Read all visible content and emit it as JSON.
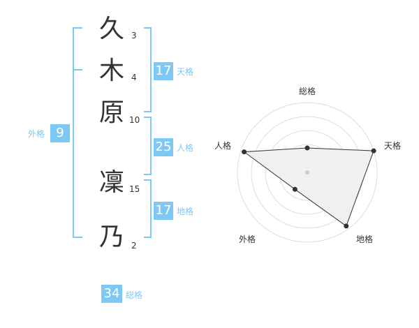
{
  "name": {
    "characters": [
      {
        "char": "久",
        "strokes": "3"
      },
      {
        "char": "木",
        "strokes": "4"
      },
      {
        "char": "原",
        "strokes": "10"
      },
      {
        "char": "凜",
        "strokes": "15"
      },
      {
        "char": "乃",
        "strokes": "2"
      }
    ]
  },
  "kaku": {
    "gaikaku": {
      "value": "9",
      "label": "外格"
    },
    "tenkaku": {
      "value": "17",
      "label": "天格"
    },
    "jinkaku": {
      "value": "25",
      "label": "人格"
    },
    "chikaku": {
      "value": "17",
      "label": "地格"
    },
    "soukaku": {
      "value": "34",
      "label": "総格"
    }
  },
  "radar": {
    "labels": {
      "top": "総格",
      "right": "天格",
      "bottom_right": "地格",
      "bottom_left": "外格",
      "left": "人格"
    },
    "values": {
      "soukaku": 0.35,
      "tenkaku": 1.0,
      "chikaku": 0.95,
      "gaikaku": 0.3,
      "jinkaku": 0.95
    }
  },
  "colors": {
    "accent": "#7ec8f3",
    "text": "#333333",
    "grid": "#dddddd"
  }
}
